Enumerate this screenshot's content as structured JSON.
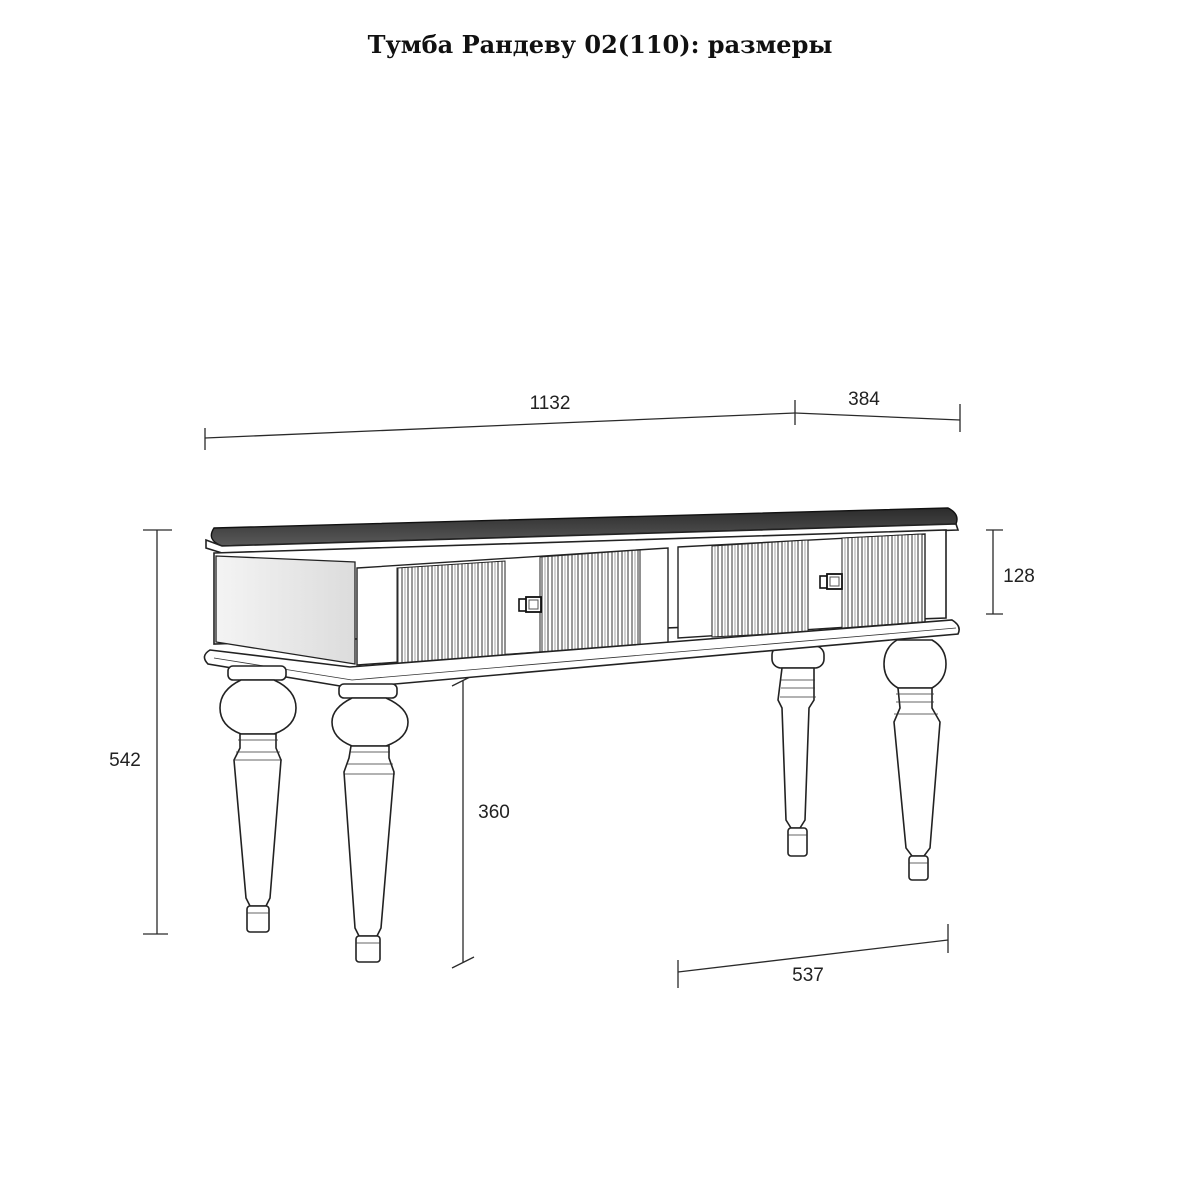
{
  "title": "Тумба Рандеву 02(110): размеры",
  "dimensions": {
    "width": "1132",
    "depth": "384",
    "total_height": "542",
    "leg_height": "360",
    "drawer_height": "128",
    "leg_span": "537"
  }
}
